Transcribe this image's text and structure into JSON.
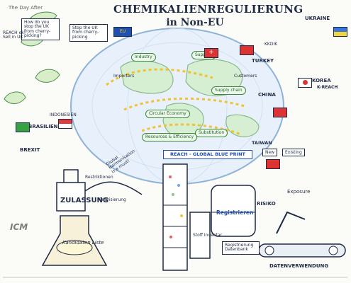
{
  "title": {
    "line1": "CHEMIKALIENREGULIERUNG",
    "line2": "in Non-EU"
  },
  "topleft": {
    "day_after": "The Day After",
    "brexit_q": "How do you stop the UK from cherry-picking?",
    "reach_ok": "REACH ok! Sell in UK"
  },
  "uk_sign": "Stop the UK from cherry-picking",
  "eu_flag_label": "EU",
  "center_labels": {
    "supplier": "Supplier",
    "industry": "Industry",
    "supply_chain": "Supply chain",
    "circular": "Circular Economy",
    "resources": "Resources & Efficiency",
    "substitution": "Substitution",
    "reach_blueprint": "REACH - GLOBAL BLUE PRINT",
    "globe_note": "Global Harmonisation is a must!",
    "customers": "Customers",
    "importers": "Importers"
  },
  "left_side": {
    "brasilien": "BRASILIEN",
    "brexit": "BREXIT",
    "indonesia": "INDONESIEN"
  },
  "right_side": {
    "ukraine": "UKRAINE",
    "korea": "KOREA",
    "k_reach": "K-REACH",
    "turkey": "TURKEY",
    "kkdik": "KKDIK",
    "china": "CHINA",
    "taiwan": "TAIWAN",
    "new": "New",
    "existing": "Existing"
  },
  "bottom": {
    "zulassung": "ZULASSUNG",
    "kandidaten": "Kandidaten Liste",
    "registrieren": "Registrieren",
    "stoff": "Stoff Inventar",
    "datenverwendung": "DATENVERWENDUNG",
    "registrierung": "Registrierung Datenbank",
    "exposure": "Exposure",
    "restriktionen": "Restriktionen",
    "risiko": "RISIKO",
    "prioritisation": "Priorisierung",
    "icm": "ICM"
  }
}
